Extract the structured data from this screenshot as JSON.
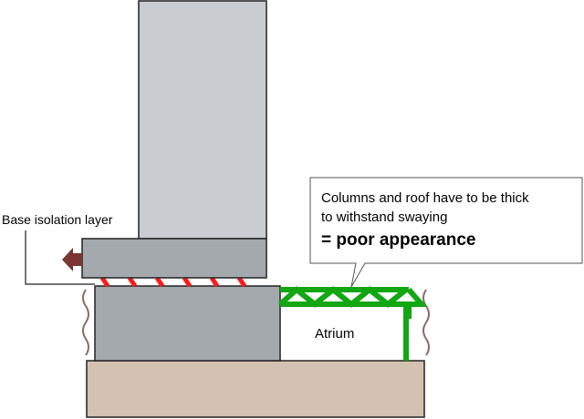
{
  "labels": {
    "base_isolation_layer": "Base isolation layer",
    "atrium": "Atrium"
  },
  "callout": {
    "line1": "Columns and roof have to be thick",
    "line2": "to withstand swaying",
    "line3": "= poor appearance"
  },
  "colors": {
    "upper_building": "#c9ccd0",
    "lower_building": "#a4a9ae",
    "foundation": "#d3c2b1",
    "isolation_stripes": "#ff1a1a",
    "atrium_frame": "#13a613",
    "motion_arrow": "#7b3535",
    "wavy_lines": "#8b6a6a"
  },
  "icons": {
    "motion_arrow": "left-arrow-icon",
    "ground_motion": "wavy-line-icon"
  }
}
